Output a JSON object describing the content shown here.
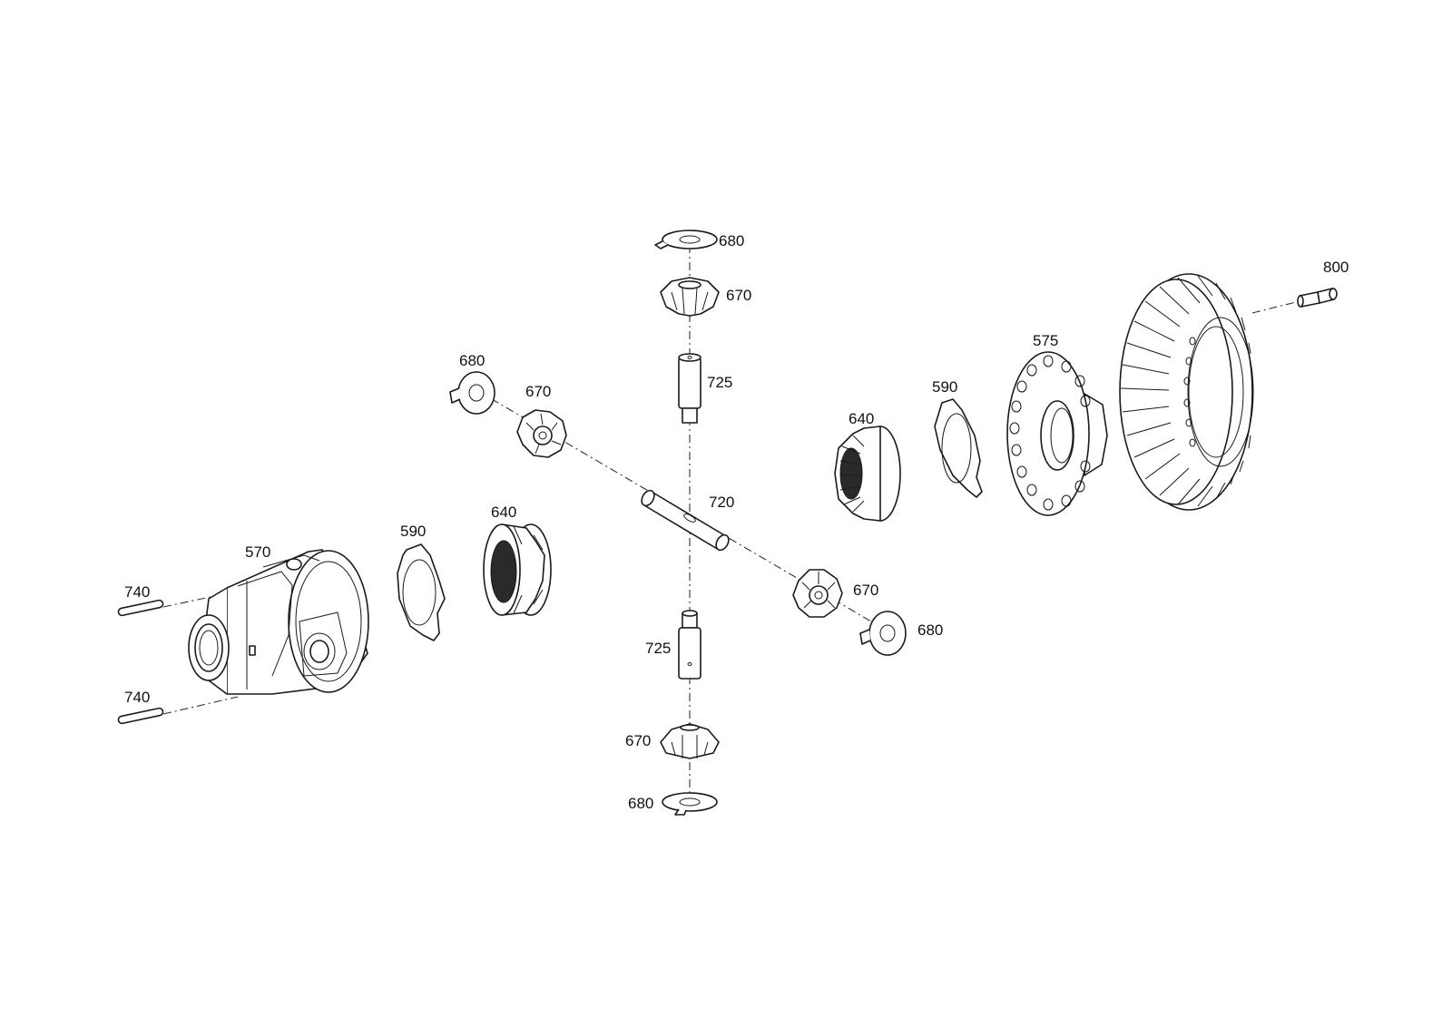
{
  "diagram": {
    "part_labels": {
      "p570": "570",
      "p740_top": "740",
      "p740_bottom": "740",
      "p590_left": "590",
      "p640_left": "640",
      "p680_top": "680",
      "p670_top": "670",
      "p725_top": "725",
      "p680_upper_left": "680",
      "p670_upper_left": "670",
      "p720": "720",
      "p670_right": "670",
      "p680_right": "680",
      "p725_bottom": "725",
      "p670_bottom": "670",
      "p680_bottom": "680",
      "p640_right": "640",
      "p590_right": "590",
      "p575": "575",
      "p800": "800"
    }
  }
}
